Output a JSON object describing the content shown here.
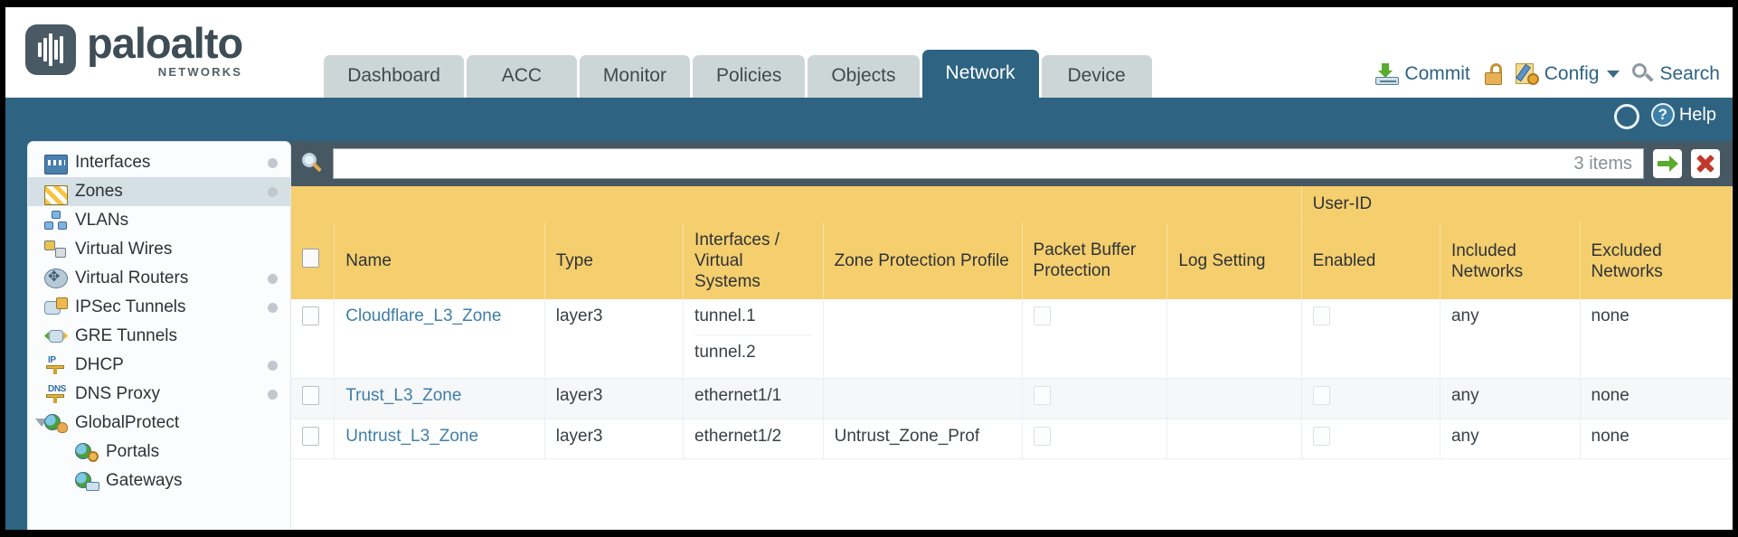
{
  "brand": {
    "name": "paloalto",
    "tagline": "NETWORKS",
    "registered": "®"
  },
  "nav": {
    "tabs": [
      {
        "label": "Dashboard",
        "active": false
      },
      {
        "label": "ACC",
        "active": false
      },
      {
        "label": "Monitor",
        "active": false
      },
      {
        "label": "Policies",
        "active": false
      },
      {
        "label": "Objects",
        "active": false
      },
      {
        "label": "Network",
        "active": true
      },
      {
        "label": "Device",
        "active": false
      }
    ]
  },
  "top_actions": {
    "commit": "Commit",
    "lock_icon": "padlock-icon",
    "config": "Config",
    "search": "Search"
  },
  "toolbar": {
    "refresh_icon": "refresh-icon",
    "help": "Help",
    "help_glyph": "?"
  },
  "sidebar": {
    "items": [
      {
        "label": "Interfaces",
        "icon": "interfaces-icon",
        "selected": false,
        "dot": true,
        "child": false,
        "twisty": false
      },
      {
        "label": "Zones",
        "icon": "zones-icon",
        "selected": true,
        "dot": true,
        "child": false,
        "twisty": false
      },
      {
        "label": "VLANs",
        "icon": "vlans-icon",
        "selected": false,
        "dot": false,
        "child": false,
        "twisty": false
      },
      {
        "label": "Virtual Wires",
        "icon": "virtual-wires-icon",
        "selected": false,
        "dot": false,
        "child": false,
        "twisty": false
      },
      {
        "label": "Virtual Routers",
        "icon": "virtual-routers-icon",
        "selected": false,
        "dot": true,
        "child": false,
        "twisty": false
      },
      {
        "label": "IPSec Tunnels",
        "icon": "ipsec-tunnels-icon",
        "selected": false,
        "dot": true,
        "child": false,
        "twisty": false
      },
      {
        "label": "GRE Tunnels",
        "icon": "gre-tunnels-icon",
        "selected": false,
        "dot": false,
        "child": false,
        "twisty": false
      },
      {
        "label": "DHCP",
        "icon": "dhcp-icon",
        "selected": false,
        "dot": true,
        "child": false,
        "twisty": false
      },
      {
        "label": "DNS Proxy",
        "icon": "dns-proxy-icon",
        "selected": false,
        "dot": true,
        "child": false,
        "twisty": false
      },
      {
        "label": "GlobalProtect",
        "icon": "globalprotect-icon",
        "selected": false,
        "dot": false,
        "child": false,
        "twisty": true
      },
      {
        "label": "Portals",
        "icon": "portals-icon",
        "selected": false,
        "dot": false,
        "child": true,
        "twisty": false
      },
      {
        "label": "Gateways",
        "icon": "gateways-icon",
        "selected": false,
        "dot": false,
        "child": true,
        "twisty": false
      }
    ]
  },
  "search_bar": {
    "icon": "search-icon",
    "value": "",
    "placeholder": "",
    "item_count": "3 items",
    "apply_icon": "green-arrow-icon",
    "clear_icon": "red-x-icon"
  },
  "table": {
    "group_header": {
      "label": "User-ID",
      "spans": 3
    },
    "columns": [
      {
        "key": "check",
        "label": ""
      },
      {
        "key": "name",
        "label": "Name"
      },
      {
        "key": "type",
        "label": "Type"
      },
      {
        "key": "ifaces",
        "label": "Interfaces / Virtual Systems"
      },
      {
        "key": "zpp",
        "label": "Zone Protection Profile"
      },
      {
        "key": "pbp",
        "label": "Packet Buffer Protection"
      },
      {
        "key": "log",
        "label": "Log Setting"
      },
      {
        "key": "enabled",
        "label": "Enabled"
      },
      {
        "key": "included",
        "label": "Included Networks"
      },
      {
        "key": "excluded",
        "label": "Excluded Networks"
      }
    ],
    "rows": [
      {
        "checked": false,
        "name": "Cloudflare_L3_Zone",
        "type": "layer3",
        "interfaces": [
          "tunnel.1",
          "tunnel.2"
        ],
        "zone_protection_profile": "",
        "packet_buffer_protection": false,
        "log_setting": "",
        "userid_enabled": false,
        "included_networks": "any",
        "excluded_networks": "none"
      },
      {
        "checked": false,
        "name": "Trust_L3_Zone",
        "type": "layer3",
        "interfaces": [
          "ethernet1/1"
        ],
        "zone_protection_profile": "",
        "packet_buffer_protection": false,
        "log_setting": "",
        "userid_enabled": false,
        "included_networks": "any",
        "excluded_networks": "none"
      },
      {
        "checked": false,
        "name": "Untrust_L3_Zone",
        "type": "layer3",
        "interfaces": [
          "ethernet1/2"
        ],
        "zone_protection_profile": "Untrust_Zone_Prof",
        "packet_buffer_protection": false,
        "log_setting": "",
        "userid_enabled": false,
        "included_networks": "any",
        "excluded_networks": "none"
      }
    ]
  },
  "colors": {
    "header_blue": "#2e6382",
    "table_header_yellow": "#f5ce6d",
    "group_header_yellow": "#e8b93f",
    "link_blue": "#3f7ea8",
    "search_bar_gray": "#475862",
    "selected_sidebar": "#d4dfe6"
  }
}
